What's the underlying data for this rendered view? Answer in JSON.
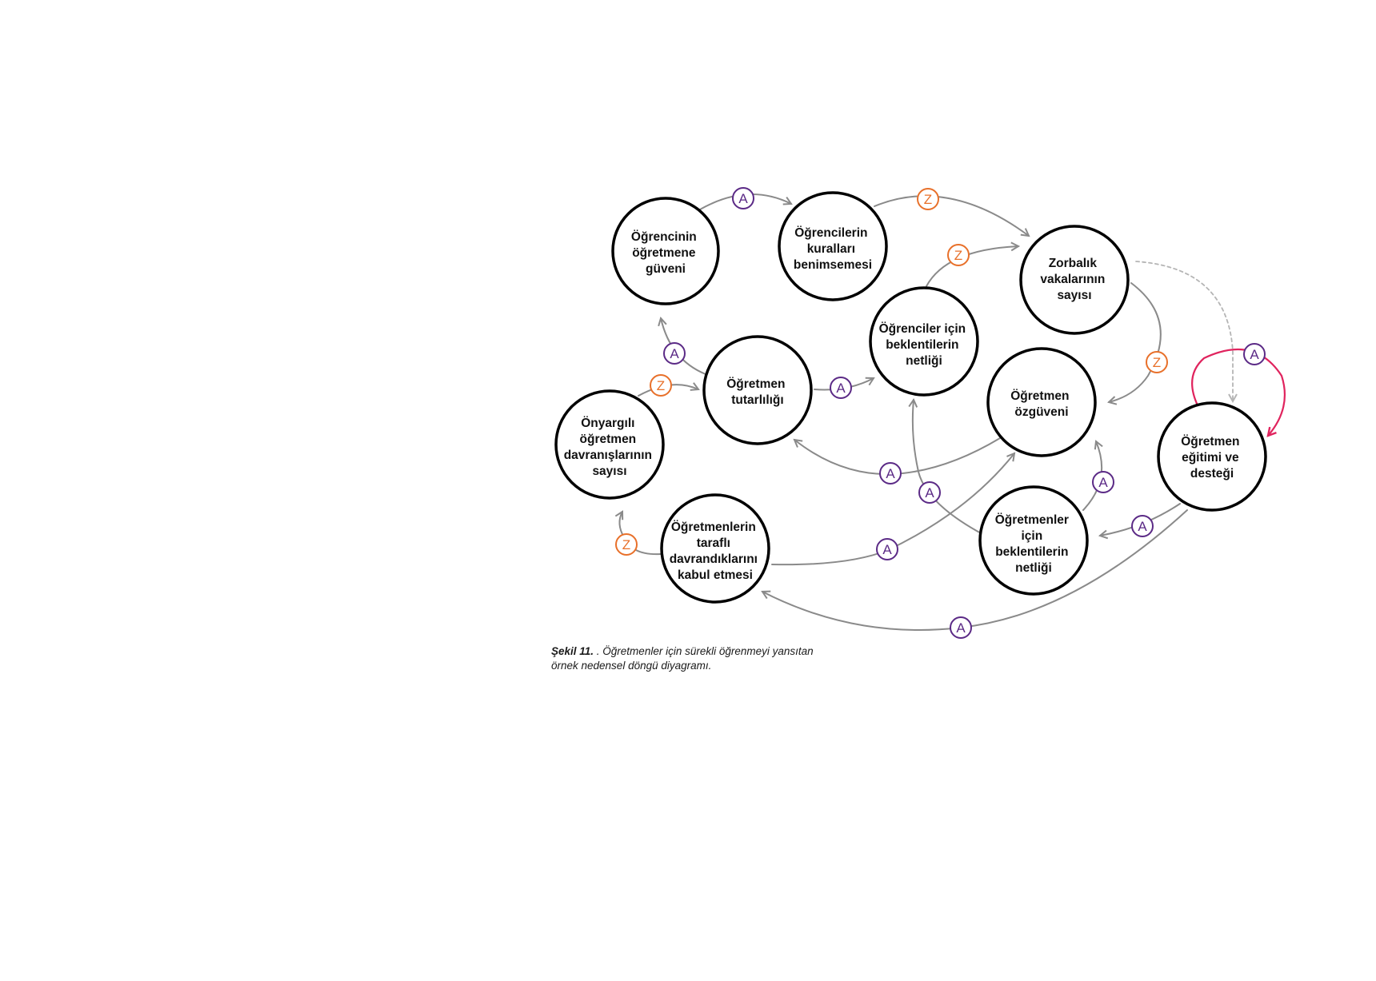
{
  "colors": {
    "arrow": "#8a8a8a",
    "node_border": "#000000",
    "badge_A": "#5b2a86",
    "badge_Z": "#e8702a",
    "self_loop": "#e0245e"
  },
  "nodes": [
    {
      "id": "ogrencinin-guveni",
      "lines": [
        "Öğrencinin",
        "öğretmene",
        "güveni"
      ]
    },
    {
      "id": "kurallari-benimseme",
      "lines": [
        "Öğrencilerin",
        "kuralları",
        "benimsemesi"
      ]
    },
    {
      "id": "zorbalik",
      "lines": [
        "Zorbalık",
        "vakalarının",
        "sayısı"
      ]
    },
    {
      "id": "ogrenci-beklenti",
      "lines": [
        "Öğrenciler için",
        "beklentilerin",
        "netliği"
      ]
    },
    {
      "id": "tutarlilik",
      "lines": [
        "Öğretmen",
        "tutarlılığı"
      ]
    },
    {
      "id": "ozguven",
      "lines": [
        "Öğretmen",
        "özgüveni"
      ]
    },
    {
      "id": "onyargili",
      "lines": [
        "Önyargılı",
        "öğretmen",
        "davranışlarının",
        "sayısı"
      ]
    },
    {
      "id": "egitim-destek",
      "lines": [
        "Öğretmen",
        "eğitimi ve",
        "desteği"
      ]
    },
    {
      "id": "tarafli",
      "lines": [
        "Öğretmenlerin",
        "taraflı",
        "davrandıklarını",
        "kabul etmesi"
      ]
    },
    {
      "id": "ogretmen-beklenti",
      "lines": [
        "Öğretmenler",
        "için",
        "beklentilerin",
        "netliği"
      ]
    }
  ],
  "links": [
    {
      "from": "ogrencinin-guveni",
      "to": "kurallari-benimseme",
      "polarity": "A"
    },
    {
      "from": "kurallari-benimseme",
      "to": "zorbalik",
      "polarity": "Z"
    },
    {
      "from": "ogrenci-beklenti",
      "to": "zorbalik",
      "polarity": "Z"
    },
    {
      "from": "zorbalik",
      "to": "ozguven",
      "polarity": "Z"
    },
    {
      "from": "zorbalik",
      "to": "egitim-destek",
      "polarity": "",
      "style": "dashed"
    },
    {
      "from": "egitim-destek",
      "to": "egitim-destek",
      "polarity": "A",
      "style": "self-loop"
    },
    {
      "from": "tutarlilik",
      "to": "ogrencinin-guveni",
      "polarity": "A"
    },
    {
      "from": "onyargili",
      "to": "tutarlilik",
      "polarity": "Z"
    },
    {
      "from": "tutarlilik",
      "to": "ogrenci-beklenti",
      "polarity": "A"
    },
    {
      "from": "ozguven",
      "to": "tutarlilik",
      "polarity": "A"
    },
    {
      "from": "ogretmen-beklenti",
      "to": "ogrenci-beklenti",
      "polarity": "A"
    },
    {
      "from": "ogretmen-beklenti",
      "to": "ozguven",
      "polarity": "A"
    },
    {
      "from": "egitim-destek",
      "to": "ogretmen-beklenti",
      "polarity": "A"
    },
    {
      "from": "tarafli",
      "to": "ozguven",
      "polarity": "A"
    },
    {
      "from": "tarafli",
      "to": "onyargili",
      "polarity": "Z"
    },
    {
      "from": "egitim-destek",
      "to": "tarafli",
      "polarity": "A"
    }
  ],
  "caption": {
    "label": "Şekil 11.",
    "text": " . Öğretmenler için sürekli öğrenmeyi yansıtan örnek nedensel döngü diyagramı."
  }
}
